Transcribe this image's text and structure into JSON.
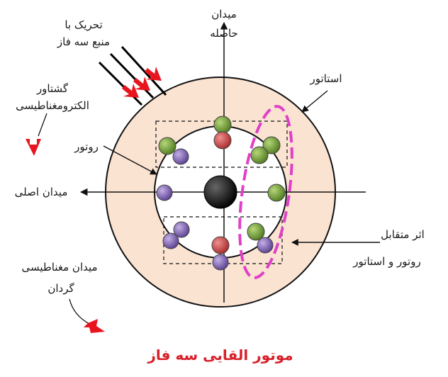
{
  "labels": {
    "air_gap_field_1": "میدان",
    "air_gap_field_2": "حاصله",
    "three_phase_source_1": "تحریک با",
    "three_phase_source_2": "منبع سه فاز",
    "em_torque_1": "گشتاور",
    "em_torque_2": "الکترومغناطیسی",
    "stator": "استاتور",
    "rotor": "روتور",
    "main_field": "میدان اصلی",
    "interaction_1": "اثر متقابل",
    "interaction_2": "روتور و استاتور",
    "rotating_field_1": "میدان مغناطیسی",
    "rotating_field_2": "گردان",
    "title": "موتور القایی سه فاز"
  },
  "colors": {
    "stator_fill": "#fbe3d2",
    "rotor_fill": "#ffffff",
    "shaft": "#111111",
    "coil_green": "#7aa63a",
    "coil_purple": "#8c6fc0",
    "coil_red": "#d44c4c",
    "highlight_ellipse": "#e040c8",
    "arrow_red": "#e8141e",
    "title_red": "#d8202a"
  }
}
